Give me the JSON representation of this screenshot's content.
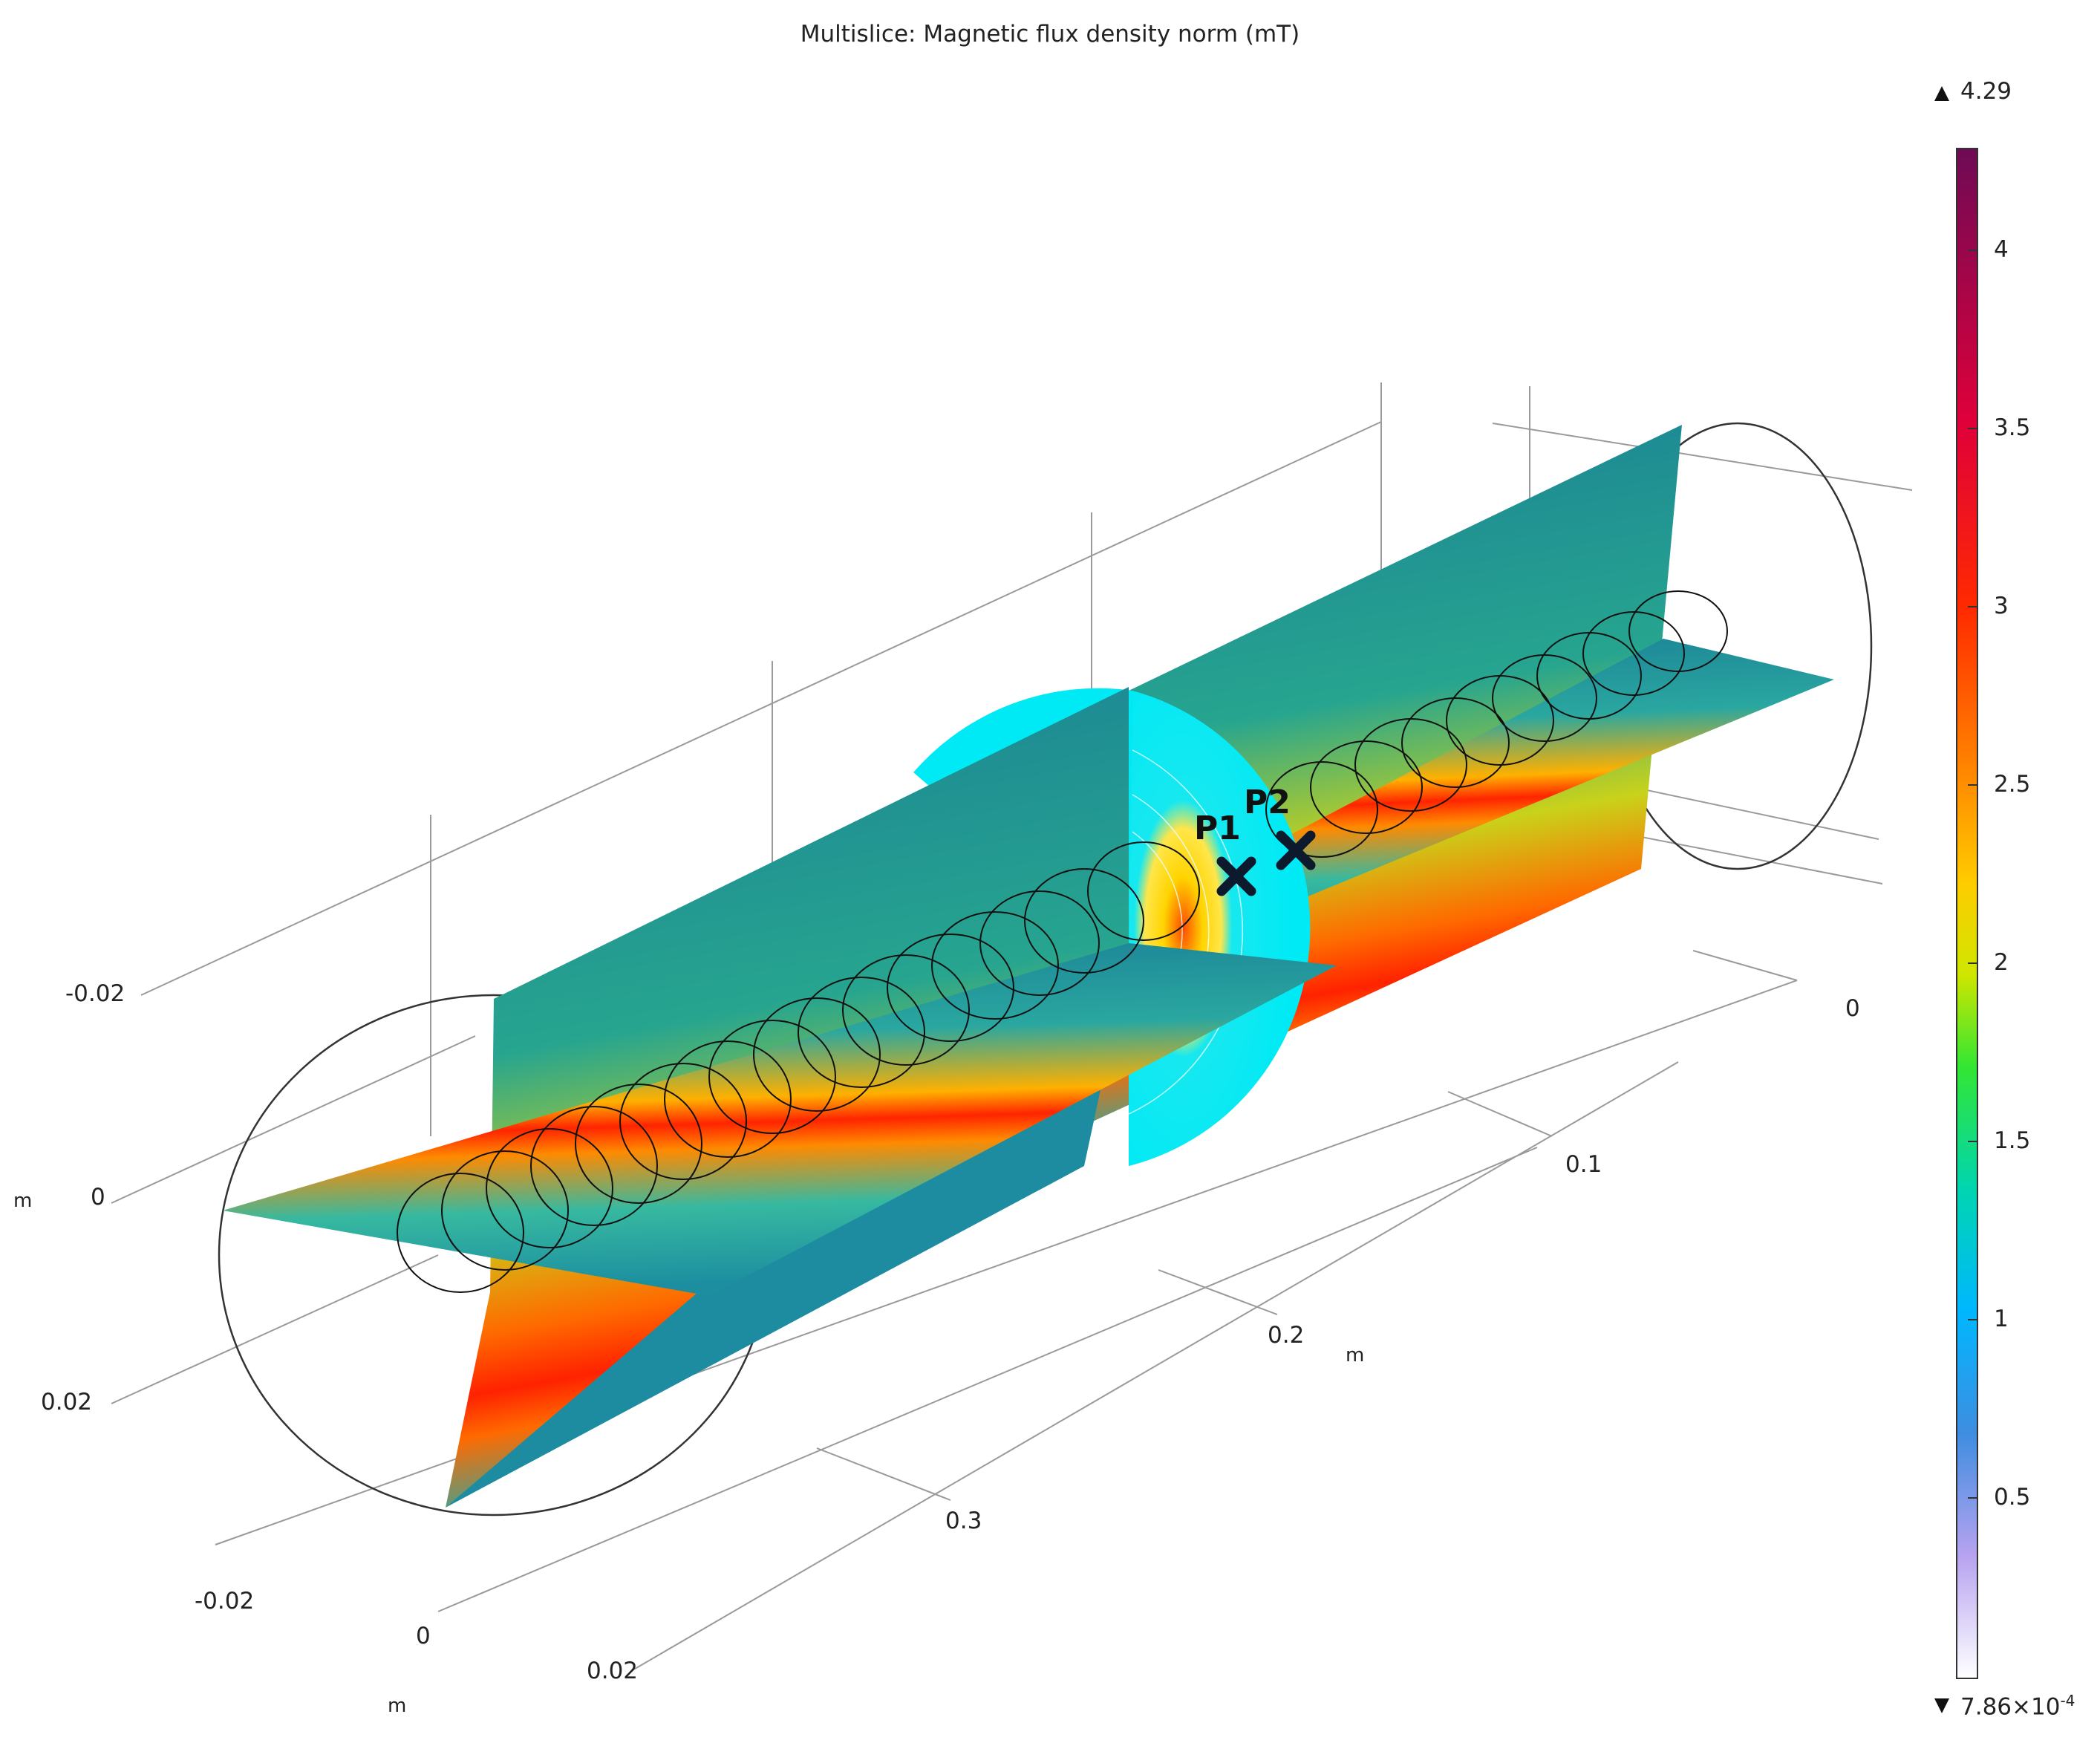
{
  "title": "Multislice: Magnetic flux density norm (mT)",
  "axes": {
    "left_axis_ticks": [
      "-0.02",
      "0",
      "0.02"
    ],
    "left_axis_unit": "m",
    "front_axis_ticks": [
      "-0.02",
      "0",
      "0.02"
    ],
    "front_axis_unit": "m",
    "long_axis_ticks": [
      "0",
      "0.1",
      "0.2",
      "0.3"
    ],
    "long_axis_unit": "m"
  },
  "points": [
    {
      "label": "P1"
    },
    {
      "label": "P2"
    }
  ],
  "colorbar": {
    "max_label": "4.29",
    "min_label": "7.86×10",
    "min_exponent": "-4",
    "ticks": [
      "4",
      "3.5",
      "3",
      "2.5",
      "2",
      "1.5",
      "1",
      "0.5"
    ],
    "max_value": 4.29,
    "min_value": 0.000786,
    "colors": [
      "#ffffff",
      "#b7a3f0",
      "#3f8de0",
      "#00b7ff",
      "#00d5b0",
      "#33e633",
      "#cfe600",
      "#ffcc00",
      "#ff8000",
      "#ff2a00",
      "#e0003a",
      "#6e0a55"
    ]
  }
}
